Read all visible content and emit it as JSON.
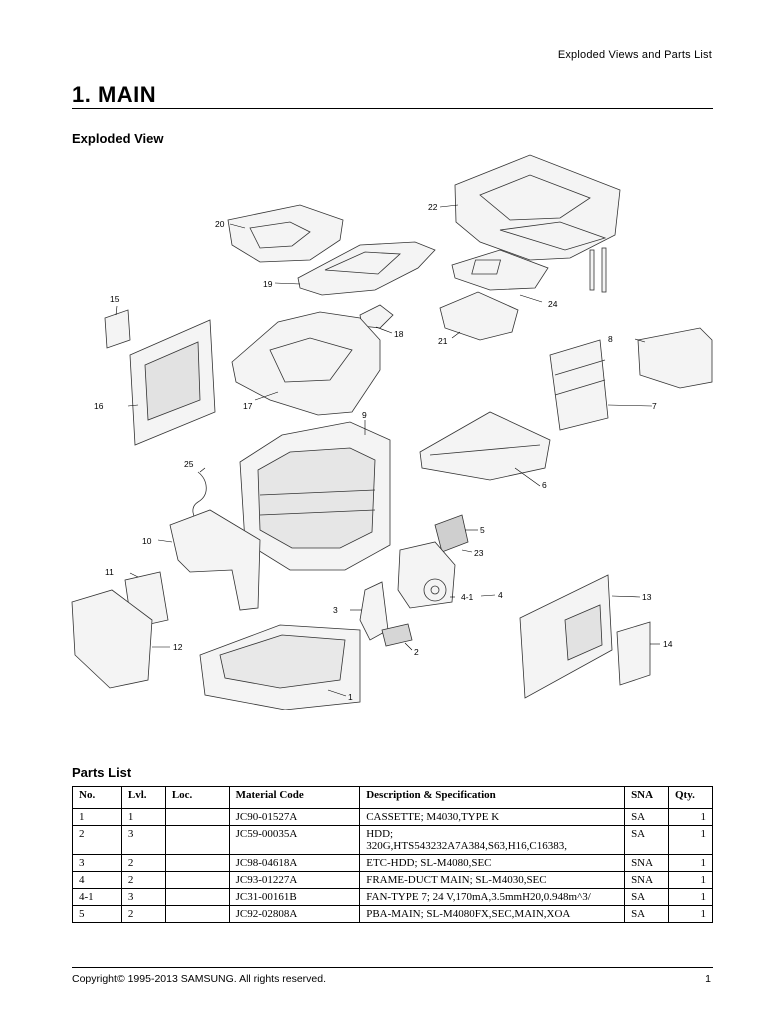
{
  "header": {
    "section": "Exploded Views and Parts List"
  },
  "title": "1.  MAIN",
  "exploded_view": {
    "heading": "Exploded View",
    "callouts": [
      "20",
      "22",
      "19",
      "15",
      "18",
      "24",
      "21",
      "8",
      "16",
      "17",
      "7",
      "9",
      "25",
      "6",
      "5",
      "10",
      "23",
      "11",
      "4-1",
      "4",
      "3",
      "13",
      "12",
      "2",
      "14",
      "1"
    ]
  },
  "parts_list": {
    "heading": "Parts List",
    "columns": [
      "No.",
      "Lvl.",
      "Loc.",
      "Material Code",
      "Description & Specification",
      "SNA",
      "Qty."
    ],
    "rows": [
      [
        "1",
        "1",
        "",
        "JC90-01527A",
        "CASSETTE; M4030,TYPE K",
        "SA",
        "1"
      ],
      [
        "2",
        "3",
        "",
        "JC59-00035A",
        "HDD;\n320G,HTS543232A7A384,S63,H16,C16383,",
        "SA",
        "1"
      ],
      [
        "3",
        "2",
        "",
        "JC98-04618A",
        "ETC-HDD; SL-M4080,SEC",
        "SNA",
        "1"
      ],
      [
        "4",
        "2",
        "",
        "JC93-01227A",
        "FRAME-DUCT MAIN; SL-M4030,SEC",
        "SNA",
        "1"
      ],
      [
        "4-1",
        "3",
        "",
        "JC31-00161B",
        "FAN-TYPE 7; 24 V,170mA,3.5mmH20,0.948m^3/",
        "SA",
        "1"
      ],
      [
        "5",
        "2",
        "",
        "JC92-02808A",
        "PBA-MAIN; SL-M4080FX,SEC,MAIN,XOA",
        "SA",
        "1"
      ]
    ]
  },
  "footer": {
    "copyright": "Copyright© 1995-2013 SAMSUNG. All rights reserved.",
    "page_number": "1"
  }
}
